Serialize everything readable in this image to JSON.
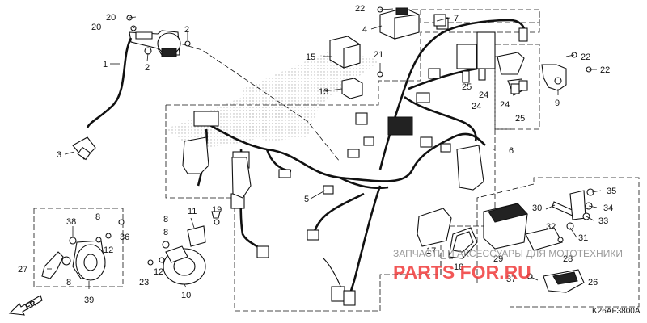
{
  "figure_code": "K26AF3800A",
  "front_label": "FR.",
  "watermark": {
    "line": "ЗАПЧАСТИ И АКСЕССУАРЫ ДЛЯ МОТОТЕХНИКИ",
    "brand": "PARTS FOR.RU"
  },
  "callouts": {
    "c1": "1",
    "c2a": "2",
    "c2b": "2",
    "c3": "3",
    "c4": "4",
    "c5": "5",
    "c6": "6",
    "c7": "7",
    "c8a": "8",
    "c8b": "8",
    "c8c": "8",
    "c8d": "8",
    "c9": "9",
    "c10": "10",
    "c11": "11",
    "c12a": "12",
    "c12b": "12",
    "c13": "13",
    "c15": "15",
    "c17": "17",
    "c18": "18",
    "c19": "19",
    "c20a": "20",
    "c20b": "20",
    "c21": "21",
    "c22a": "22",
    "c22b": "22",
    "c22c": "22",
    "c23": "23",
    "c24a": "24",
    "c24b": "24",
    "c24c": "24",
    "c25a": "25",
    "c25b": "25",
    "c26": "26",
    "c27": "27",
    "c28": "28",
    "c29": "29",
    "c30": "30",
    "c31": "31",
    "c32": "32",
    "c33": "33",
    "c34": "34",
    "c35": "35",
    "c36": "36",
    "c37": "37",
    "c38": "38",
    "c39": "39"
  }
}
